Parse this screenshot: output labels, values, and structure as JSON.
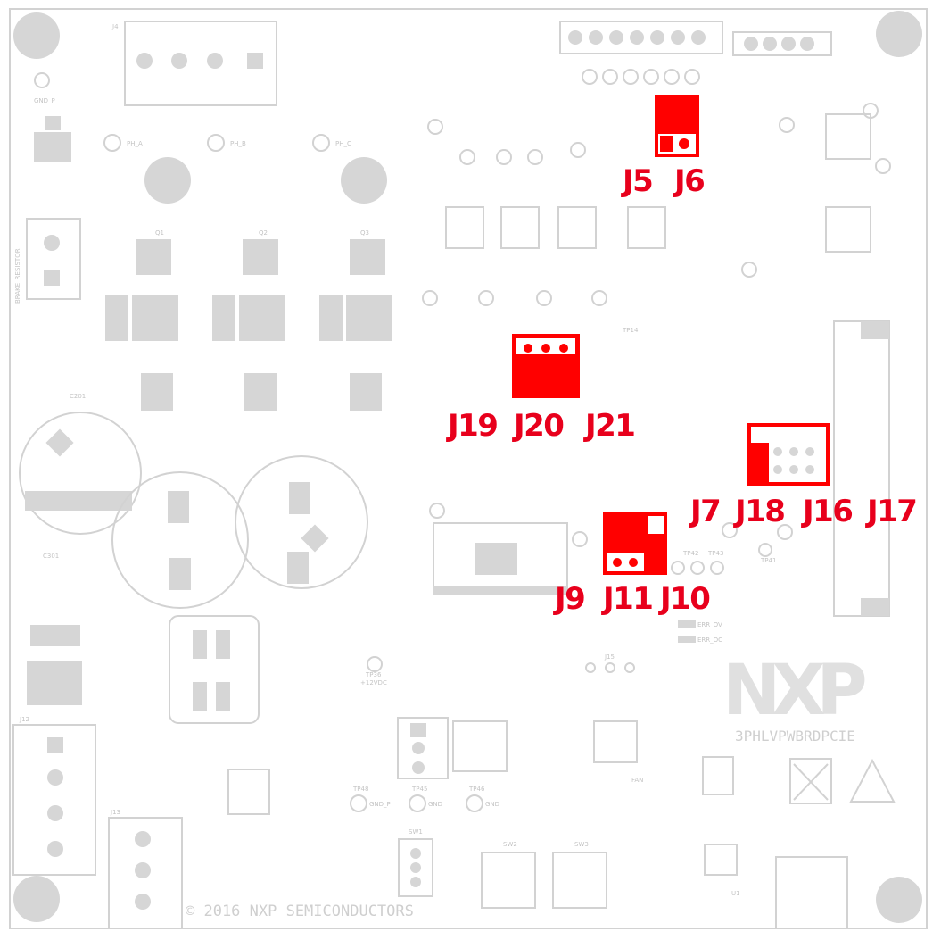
{
  "board": {
    "copyright": "© 2016 NXP SEMICONDUCTORS",
    "logo_text": "NXP",
    "board_name": "3PHLVPWBRDPCIE",
    "silkscreen": {
      "gnd_p_top": "GND_P",
      "ph_a": "PH_A",
      "ph_b": "PH_B",
      "ph_c": "PH_C",
      "tp41": "TP41",
      "tp42": "TP42",
      "tp43": "TP43",
      "tp48": "TP48",
      "tp45": "TP45",
      "tp46": "TP46",
      "gnd": "GND",
      "gnd_p": "GND_P",
      "tp36": "TP36",
      "v12vdc": "+12VDC",
      "err_ov": "ERR_OV",
      "err_oc": "ERR_OC",
      "brake_resistor": "BRAKE_RESISTOR",
      "sw1": "SW1",
      "sw2": "SW2",
      "sw3": "SW3",
      "fan": "FAN",
      "j4": "J4",
      "j12": "J12",
      "j13": "J13",
      "j15": "J15",
      "c201": "C201",
      "c301": "C301",
      "q1": "Q1",
      "q2": "Q2",
      "q3": "Q3",
      "u1": "U1",
      "tp14": "TP14"
    }
  },
  "jumper_labels": {
    "j5": "J5",
    "j6": "J6",
    "j19": "J19",
    "j20": "J20",
    "j21": "J21",
    "j7": "J7",
    "j18": "J18",
    "j16": "J16",
    "j17": "J17",
    "j9": "J9",
    "j11": "J11",
    "j10": "J10"
  },
  "colors": {
    "highlight": "#ff0000",
    "label": "#e8001c",
    "silkscreen": "#d2d2d2"
  }
}
